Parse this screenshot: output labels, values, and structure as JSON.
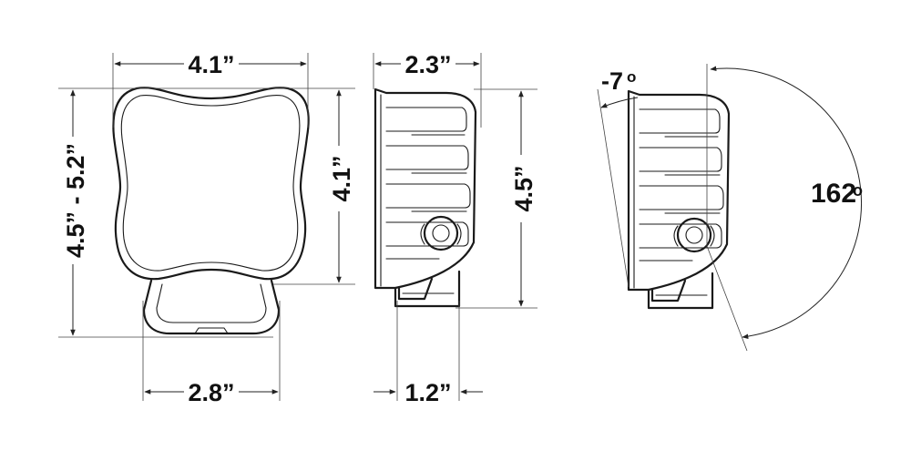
{
  "dimensions": {
    "front_width": "4.1”",
    "front_height": "4.5” - 5.2”",
    "inner_height": "4.1”",
    "bracket_width": "2.8”",
    "side_depth": "2.3”",
    "side_height": "4.5”",
    "base_depth": "1.2”"
  },
  "angles": {
    "tilt_back": "-7",
    "tilt_range": "162",
    "degree_mark": "o"
  },
  "colors": {
    "line": "#1a1a1a",
    "background": "#ffffff"
  }
}
